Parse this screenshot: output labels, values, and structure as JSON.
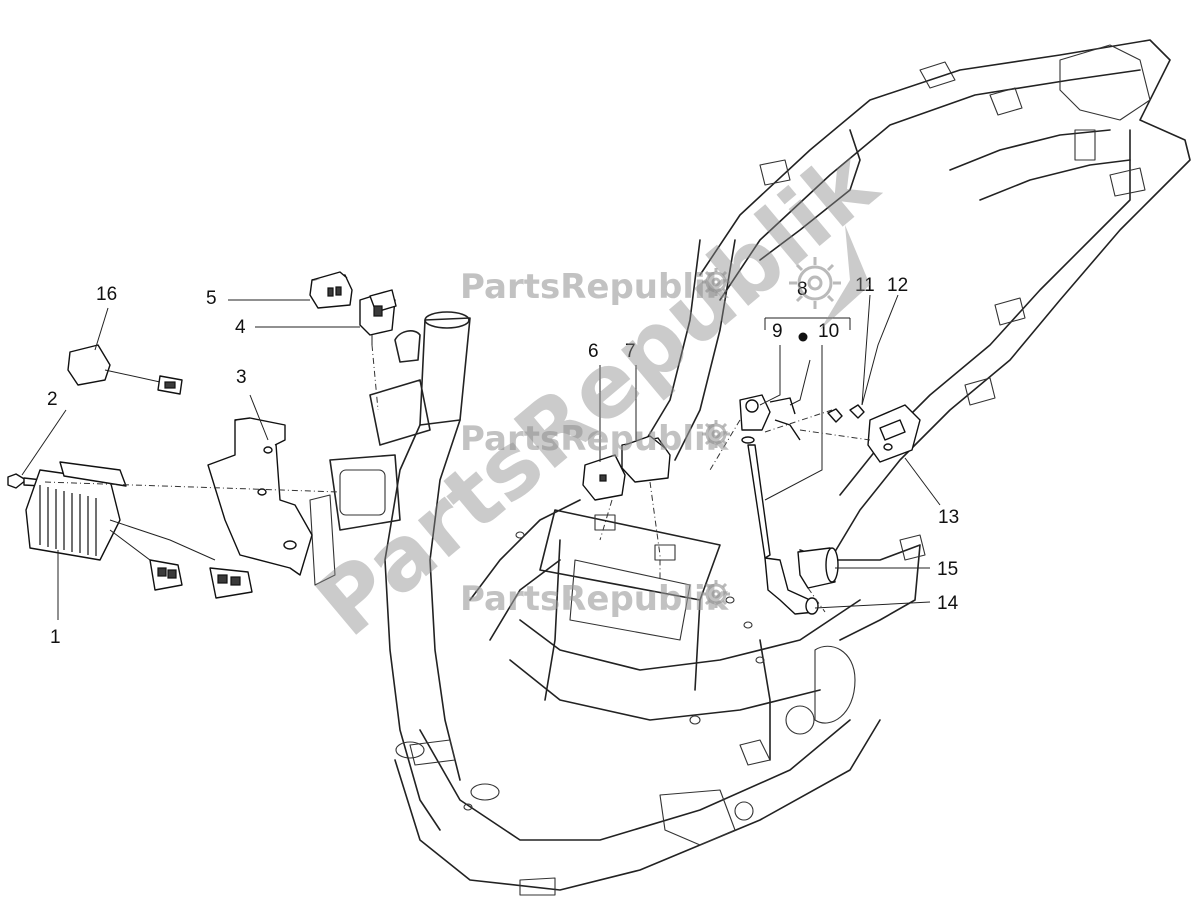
{
  "watermark": {
    "text": "PartsRepublik",
    "diagonal_text": "PartsRepublik",
    "icon": "gear-icon",
    "color": "#8c8c8c"
  },
  "callouts": {
    "c1": "1",
    "c2": "2",
    "c3": "3",
    "c4": "4",
    "c5": "5",
    "c6": "6",
    "c7": "7",
    "c8": "8",
    "c9": "9",
    "c10": "10",
    "c11": "11",
    "c12": "12",
    "c13": "13",
    "c14": "14",
    "c15": "15",
    "c16": "16"
  },
  "colors": {
    "line": "#222222",
    "background": "#ffffff"
  }
}
